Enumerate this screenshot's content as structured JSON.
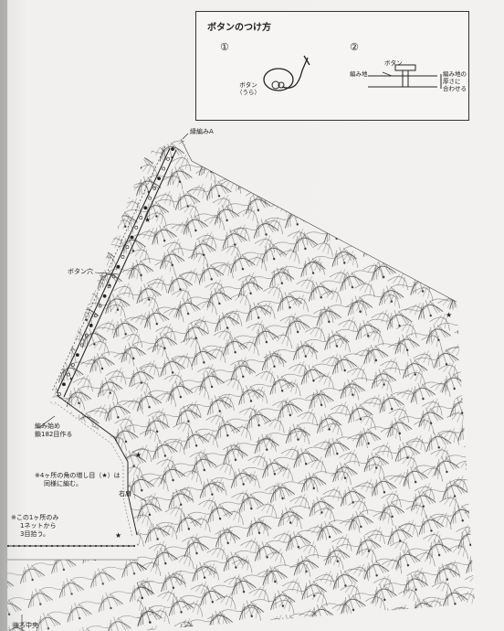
{
  "box": {
    "title": "ボタンのつけ方",
    "step1": "①",
    "step2": "②",
    "button_back_l1": "ボタン",
    "button_back_l2": "（うら）",
    "button_label": "ボタン",
    "fabric_label": "編み地",
    "thickness_l1": "編み地の",
    "thickness_l2": "厚さに",
    "thickness_l3": "合わせる"
  },
  "chart": {
    "edge_a": "縁編みA",
    "buttonhole": "ボタン穴",
    "start_l1": "編み始め",
    "start_l2": "鎖182目作る",
    "note1_l1": "※4ヶ所の角の増し目（★）は",
    "note1_l2": "同様に編む。",
    "right_shoulder": "右肩",
    "note2_l1": "※この1ヶ所のみ",
    "note2_l2": "1ネットから",
    "note2_l3": "3目拾う。",
    "back_center": "後ろ中央"
  },
  "colors": {
    "ink": "#2a2a2a",
    "paper": "#f1f0ee"
  }
}
